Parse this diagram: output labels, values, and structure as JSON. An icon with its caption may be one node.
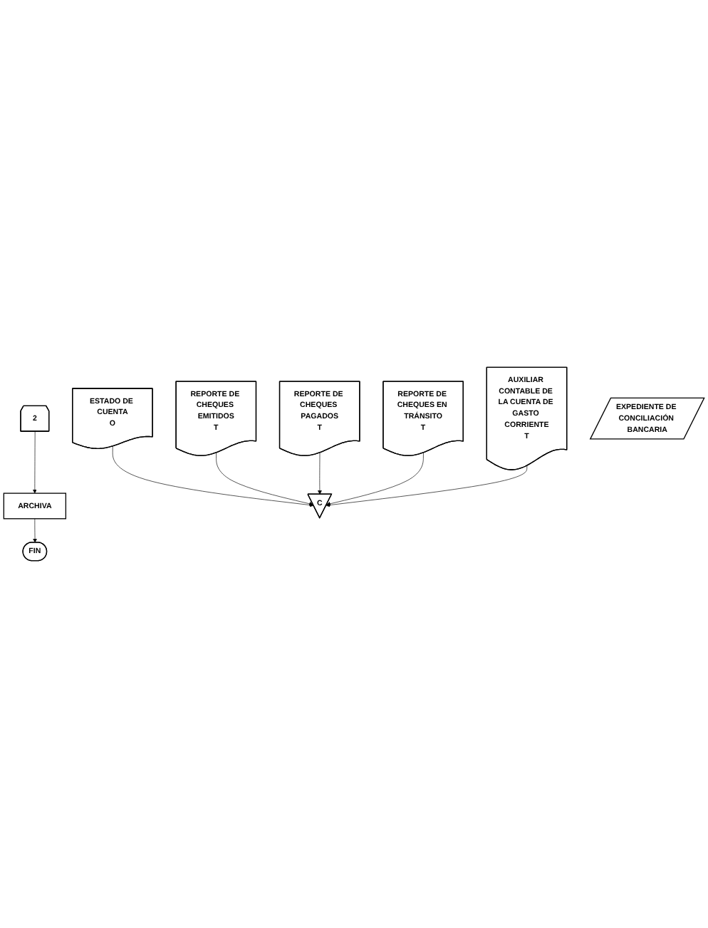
{
  "diagram": {
    "nodes": [
      {
        "text": [
          "2"
        ]
      },
      {
        "text": [
          "ARCHIVA"
        ]
      },
      {
        "text": [
          "ESTADO DE CUENTA",
          "O"
        ]
      },
      {
        "text": [
          "REPORTE DE CHEQUES EMITIDOS",
          "T"
        ]
      },
      {
        "text": [
          "REPORTE DE CHEQUES PAGADOS",
          "T"
        ]
      },
      {
        "text": [
          "REPORTE DE CHEQUES EN TRÁNSITO",
          "T"
        ]
      },
      {
        "text": [
          "AUXILIAR CONTABLE DE LA CUENTA DE GASTO CORRIENTE",
          "T"
        ]
      },
      {
        "text": [
          "C"
        ]
      },
      {
        "text": [
          "EXPEDIENTE DE CONCILIACIÓN BANCARIA"
        ]
      },
      {
        "text": [
          "FIN"
        ]
      }
    ],
    "edges": [
      {
        "from": 0,
        "to": 1,
        "arrow": "to"
      },
      {
        "from": 1,
        "to": 9,
        "arrow": "to"
      },
      {
        "from": 2,
        "to": 7,
        "arrow": "to"
      },
      {
        "from": 3,
        "to": 7,
        "arrow": "to"
      },
      {
        "from": 4,
        "to": 7,
        "arrow": "to"
      },
      {
        "from": 5,
        "to": 7,
        "arrow": "to"
      },
      {
        "from": 6,
        "to": 7,
        "arrow": "to"
      }
    ]
  }
}
